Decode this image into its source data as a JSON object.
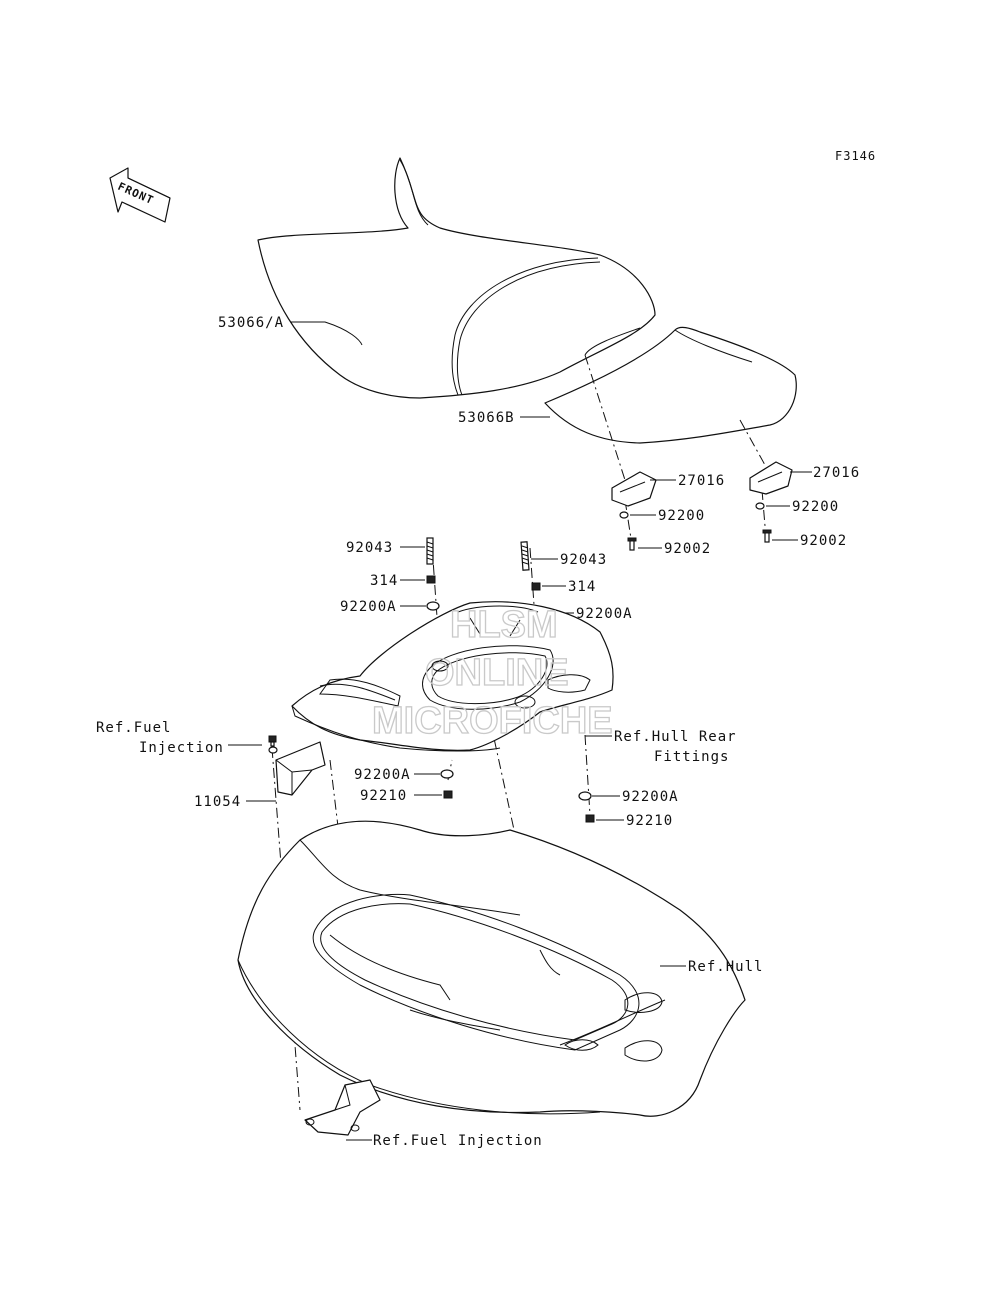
{
  "figure_code": "F3146",
  "front_arrow": {
    "text": "FRONT",
    "icon": "front-direction-arrow-icon"
  },
  "labels": {
    "seat_front": "53066/A",
    "seat_rear": "53066B",
    "stopper_left": "27016",
    "stopper_right": "27016",
    "washer_left": "92200",
    "washer_right": "92200",
    "bolt_left": "92002",
    "bolt_right": "92002",
    "stud_left": "92043",
    "stud_right": "92043",
    "nut_left": "314",
    "nut_right": "314",
    "washer_a_upper_left": "92200A",
    "washer_a_upper_right": "92200A",
    "ref_fuel_injection_top_1": "Ref.Fuel",
    "ref_fuel_injection_top_2": "Injection",
    "bracket": "11054",
    "ref_hull_rear_fittings_1": "Ref.Hull Rear",
    "ref_hull_rear_fittings_2": "Fittings",
    "washer_a_lower_left": "92200A",
    "nut_lower_left": "92210",
    "washer_a_lower_right": "92200A",
    "nut_lower_right": "92210",
    "ref_hull": "Ref.Hull",
    "ref_fuel_injection_bottom": "Ref.Fuel Injection"
  },
  "watermark": {
    "line1": "HLSM",
    "line2": "ONLINE",
    "line3": "MICROFICHE"
  }
}
